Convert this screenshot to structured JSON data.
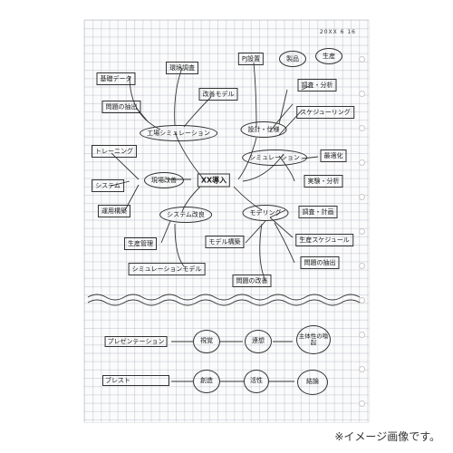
{
  "header": {
    "date": "20XX 6 16"
  },
  "center": "XX導入",
  "upper": {
    "kojo": "工場シミュレーション",
    "genba": "現場改善",
    "system": "システム改良",
    "settei": "設計・仕様",
    "sim": "シミュレーション",
    "model": "モデリング",
    "leaves": {
      "kiso": "基礎データ",
      "kankyo": "環境調査",
      "kaizen_model": "改善モデル",
      "mondai1": "問題の抽出",
      "training": "トレーニング",
      "system_leaf": "システム",
      "unyou": "運用構築",
      "seisan_kanri": "生産管理",
      "sim_model": "シミュレーションモデル",
      "pj": "PJ設置",
      "seihin": "製品",
      "seikei": "生産",
      "chosa_bunseki": "調査・分析",
      "schedule": "スケジューリング",
      "saiteki": "最適化",
      "jikken": "実験・分析",
      "chosa_keikaku": "調査・計画",
      "seisan_schedule": "生産スケジュール",
      "model_kouchiku": "モデル構築",
      "mondai_kaizen": "問題の改善",
      "mondai2": "問題の抽出"
    }
  },
  "lower": {
    "presentation": "プレゼンテーション",
    "p1": "視覚",
    "p2": "連想",
    "p3": "主体性の喚起",
    "brainstorm": "ブレスト",
    "b1": "創造",
    "b2": "活性",
    "b3": "結論"
  },
  "footer": "※イメージ画像です。"
}
